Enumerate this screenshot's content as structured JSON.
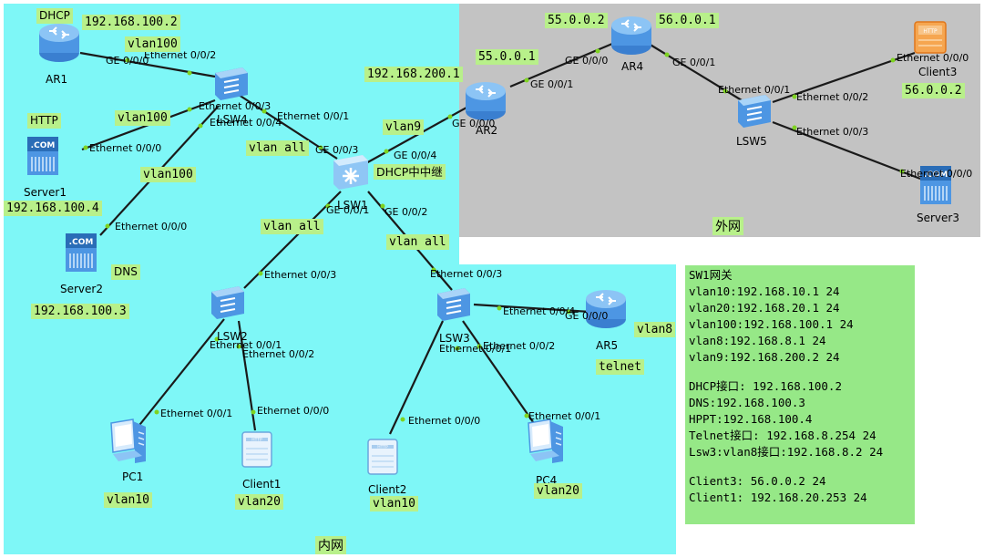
{
  "zones": {
    "internal_label": "内网",
    "external_label": "外网"
  },
  "devices": {
    "ar1": {
      "name": "AR1"
    },
    "ar2": {
      "name": "AR2"
    },
    "ar4": {
      "name": "AR4"
    },
    "ar5": {
      "name": "AR5"
    },
    "lsw1": {
      "name": "LSW1"
    },
    "lsw2": {
      "name": "LSW2"
    },
    "lsw3": {
      "name": "LSW3"
    },
    "lsw4": {
      "name": "LSW4"
    },
    "lsw5": {
      "name": "LSW5"
    },
    "sw1": {
      "name": "LSW1"
    },
    "server1": {
      "name": "Server1"
    },
    "server2": {
      "name": "Server2"
    },
    "server3": {
      "name": "Server3"
    },
    "client1": {
      "name": "Client1"
    },
    "client2": {
      "name": "Client2"
    },
    "client3": {
      "name": "Client3"
    },
    "pc1": {
      "name": "PC1"
    },
    "pc4": {
      "name": "PC4"
    }
  },
  "tags": {
    "dhcp": "DHCP",
    "ar1_ip": "192.168.100.2",
    "vlan100_a": "vlan100",
    "http": "HTTP",
    "vlan100_b": "vlan100",
    "vlan100_c": "vlan100",
    "server1_ip": "192.168.100.4",
    "dns": "DNS",
    "server2_ip": "192.168.100.3",
    "vlan_all_a": "vlan all",
    "vlan_all_b": "vlan all",
    "vlan_all_c": "vlan all",
    "vlan9": "vlan9",
    "dhcp_relay": "DHCP中中继",
    "ar2_ip": "192.168.200.1",
    "ar2_out_ip": "55.0.0.1",
    "ar4_left_ip": "55.0.0.2",
    "ar4_right_ip": "56.0.0.1",
    "client3_ip": "56.0.0.2",
    "vlan8": "vlan8",
    "telnet": "telnet",
    "pc1_vlan": "vlan10",
    "client1_vlan": "vlan20",
    "client2_vlan": "vlan10",
    "pc4_vlan": "vlan20"
  },
  "ports": {
    "ar1_ge": "GE 0/0/0",
    "lsw4_e02": "Ethernet 0/0/2",
    "lsw4_e03": "Ethernet 0/0/3",
    "lsw4_e04": "Ethernet 0/0/4",
    "lsw4_e01": "Ethernet 0/0/1",
    "server1_e": "Ethernet 0/0/0",
    "server2_e": "Ethernet 0/0/0",
    "sw1_ge03": "GE 0/0/3",
    "sw1_ge04": "GE 0/0/4",
    "sw1_ge01": "GE 0/0/1",
    "sw1_ge02": "GE 0/0/2",
    "ar2_ge00": "GE 0/0/0",
    "ar2_ge01": "GE 0/0/1",
    "ar4_ge00": "GE 0/0/0",
    "ar4_ge01": "GE 0/0/1",
    "lsw5_e01": "Ethernet 0/0/1",
    "lsw5_e02": "Ethernet 0/0/2",
    "lsw5_e03": "Ethernet 0/0/3",
    "client3_e": "Ethernet 0/0/0",
    "server3_e": "Ethernet 0/0/0",
    "lsw2_e03": "Ethernet 0/0/3",
    "lsw2_e01": "Ethernet 0/0/1",
    "lsw2_e02": "Ethernet 0/0/2",
    "pc1_e": "Ethernet 0/0/1",
    "client1_e": "Ethernet 0/0/0",
    "lsw3_e03": "Ethernet 0/0/3",
    "lsw3_e04": "Ethernet 0/0/4",
    "lsw3_e01": "Ethernet 0/0/1",
    "lsw3_e02": "Ethernet 0/0/2",
    "ar5_ge": "GE 0/0/0",
    "client2_e": "Ethernet 0/0/0",
    "pc4_e": "Ethernet 0/0/1"
  },
  "notes": {
    "title": "SW1网关",
    "lines1": [
      "vlan10:192.168.10.1 24",
      "vlan20:192.168.20.1 24",
      "vlan100:192.168.100.1 24",
      "vlan8:192.168.8.1 24",
      "vlan9:192.168.200.2 24"
    ],
    "lines2": [
      "DHCP接口: 192.168.100.2",
      "DNS:192.168.100.3",
      "HPPT:192.168.100.4",
      "Telnet接口: 192.168.8.254 24",
      "Lsw3:vlan8接口:192.168.8.2 24"
    ],
    "lines3": [
      "Client3: 56.0.0.2 24",
      "Client1: 192.168.20.253 24"
    ]
  },
  "colors": {
    "internal_bg": "#7ef7f7",
    "external_bg": "#c3c3c3",
    "tag_bg": "#b8f08a",
    "notes_bg": "#96e887",
    "link": "#1a1a1a",
    "port_dot": "#7ed321"
  }
}
